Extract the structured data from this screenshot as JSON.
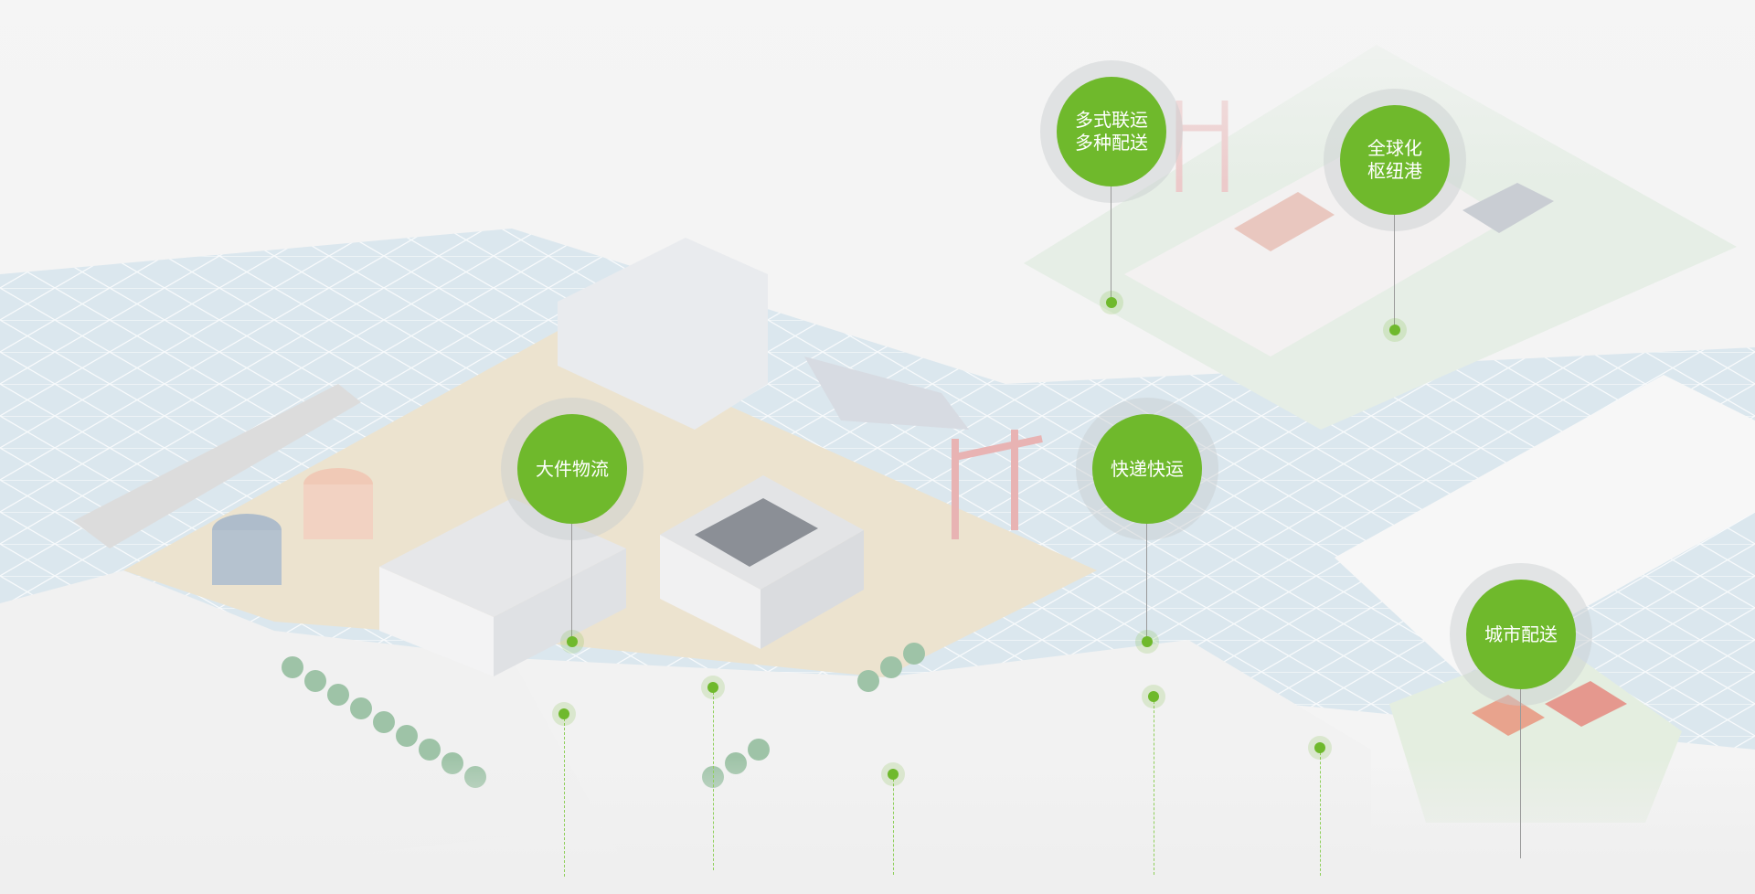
{
  "colors": {
    "accent": "#6fb92c",
    "water": "#dbe7ee",
    "port": "#ece3cf",
    "hub": "#e6eee6"
  },
  "nodes": [
    {
      "id": "bulk-logistics",
      "lines": [
        "大件物流"
      ]
    },
    {
      "id": "multimodal",
      "lines": [
        "多式联运",
        "多种配送"
      ]
    },
    {
      "id": "global-hub",
      "lines": [
        "全球化",
        "枢纽港"
      ]
    },
    {
      "id": "express",
      "lines": [
        "快递快运"
      ]
    },
    {
      "id": "city-delivery",
      "lines": [
        "城市配送"
      ]
    }
  ]
}
